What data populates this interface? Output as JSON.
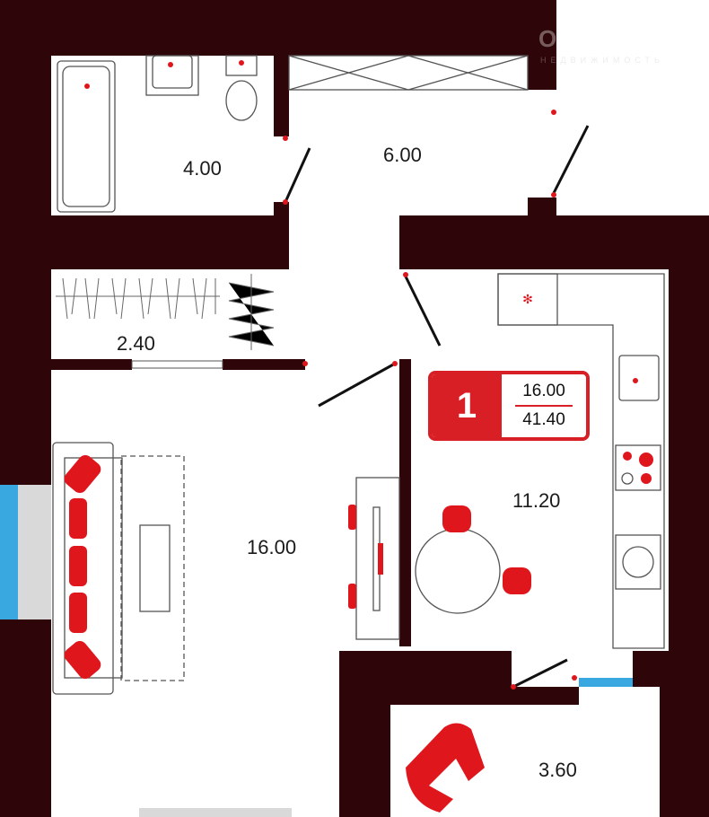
{
  "watermark": {
    "brand": "ONREALT",
    "tagline": "НЕДВИЖИМОСТЬ"
  },
  "rooms": {
    "bathroom": "4.00",
    "hall": "6.00",
    "closet": "2.40",
    "living_room": "16.00",
    "kitchen": "11.20",
    "balcony": "3.60"
  },
  "badge": {
    "rooms_count": "1",
    "living_area": "16.00",
    "total_area": "41.40"
  },
  "colors": {
    "wall": "#2e0508",
    "accent": "#d91f26",
    "window": "#3aa8e0"
  }
}
